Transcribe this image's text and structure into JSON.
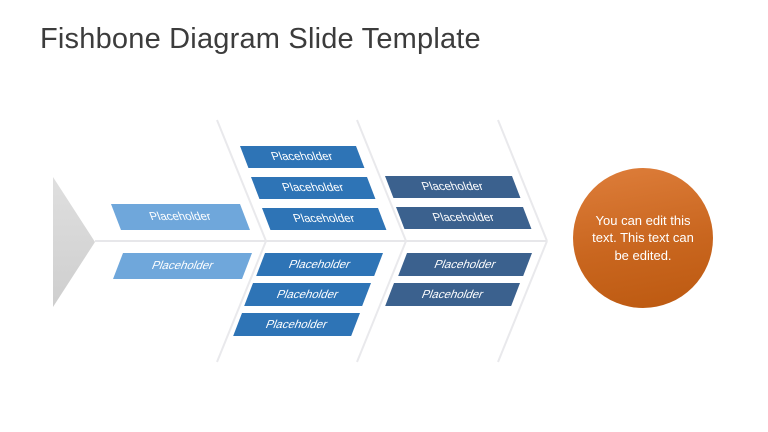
{
  "slide": {
    "title": "Fishbone Diagram Slide Template"
  },
  "bars": {
    "spine_top": "Placeholder",
    "spine_bottom": "Placeholder",
    "group1_above": [
      "Placeholder",
      "Placeholder",
      "Placeholder"
    ],
    "group1_below": [
      "Placeholder",
      "Placeholder",
      "Placeholder"
    ],
    "group2_above": [
      "Placeholder",
      "Placeholder"
    ],
    "group2_below": [
      "Placeholder",
      "Placeholder"
    ]
  },
  "head": {
    "lines": [
      "You can edit this",
      "text. This text can",
      "be edited."
    ]
  },
  "colors": {
    "light_blue": "#6FA7DB",
    "medium_blue": "#2E74B6",
    "dark_blue": "#3B618E",
    "orange_light": "#DE7E3B",
    "orange_dark": "#BC5910",
    "tail_gray": "#D7D7D7",
    "line_gray": "#E9E9EC",
    "title_color": "#3C3C3C"
  }
}
